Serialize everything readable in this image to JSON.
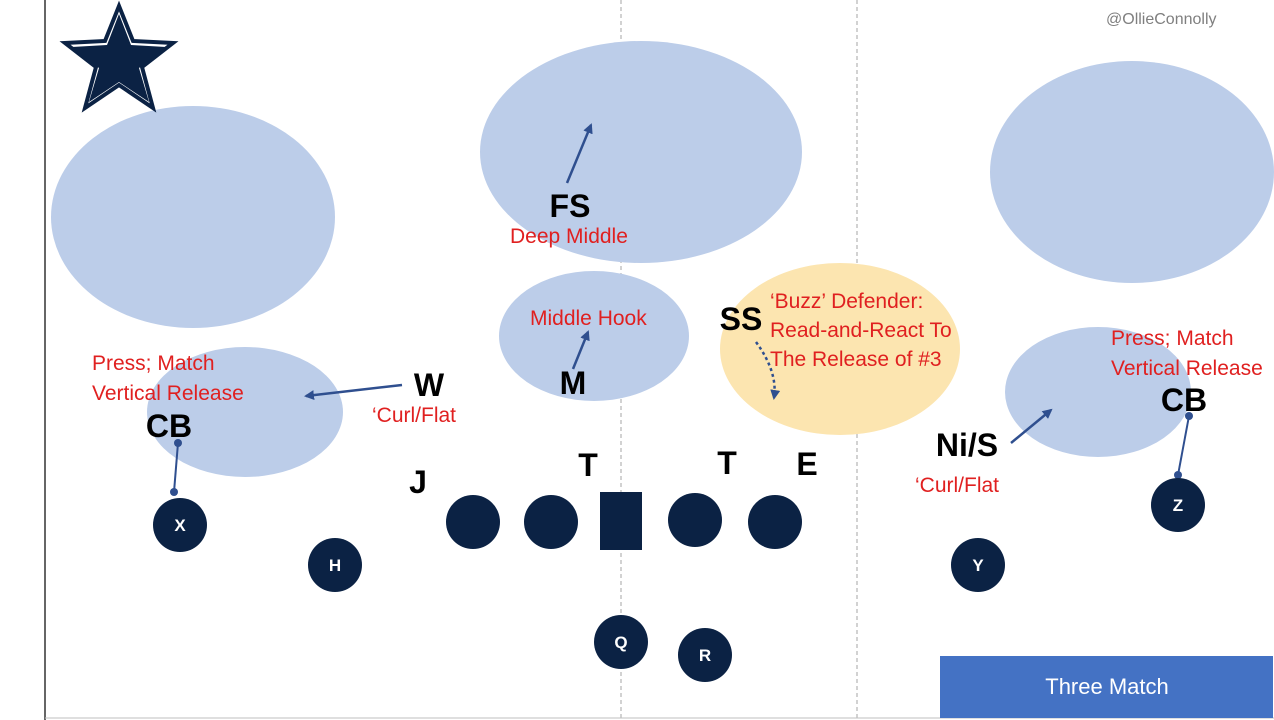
{
  "handle": "@OllieConnolly",
  "title": "Three Match",
  "colors": {
    "zone": "#bccde9",
    "buzz_zone": "#fce5b0",
    "player": "#0b2244",
    "arrow": "#2f4f8f",
    "annotation": "#e02020",
    "title_box": "#4472c4"
  },
  "defenders": {
    "cb_left": "CB",
    "w": "W",
    "fs": "FS",
    "m": "M",
    "ss": "SS",
    "nis": "Ni/S",
    "cb_right": "CB",
    "j": "J",
    "t1": "T",
    "t2": "T",
    "e": "E"
  },
  "annotations": {
    "cb_left": [
      "Press; Match",
      "Vertical Release"
    ],
    "w": "‘Curl/Flat",
    "fs": "Deep Middle",
    "m": "Middle Hook",
    "ss": [
      "‘Buzz’ Defender:",
      "Read-and-React To",
      "The Release of #3"
    ],
    "nis": "‘Curl/Flat",
    "cb_right": [
      "Press; Match",
      "Vertical Release"
    ]
  },
  "offense": {
    "x": "X",
    "h": "H",
    "q": "Q",
    "r": "R",
    "y": "Y",
    "z": "Z"
  }
}
